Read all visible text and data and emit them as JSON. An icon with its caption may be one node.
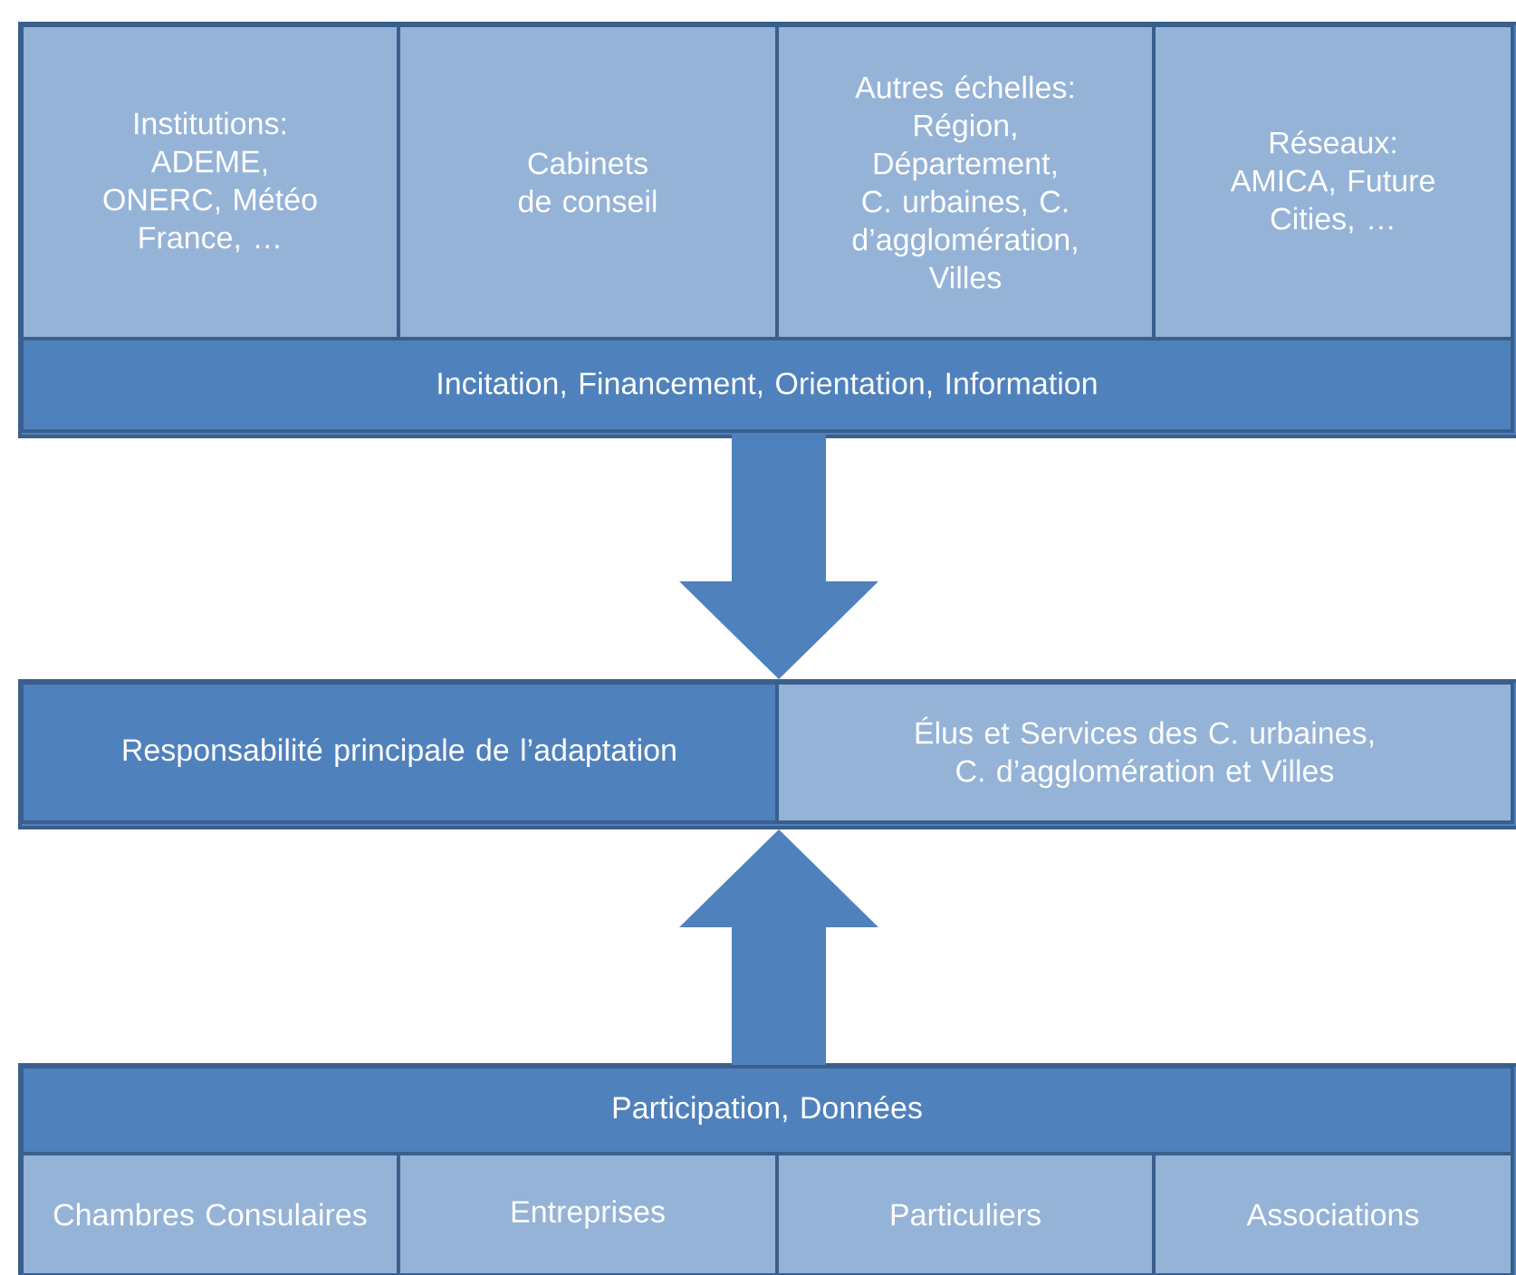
{
  "diagram": {
    "nodes": [
      {
        "text": [],
        "shape": "box"
      },
      {
        "text": [
          "Institutions: ADEME, ONERC, Météo France, …"
        ],
        "in": 0
      },
      {
        "text": [
          "Cabinets de conseil"
        ],
        "in": 0
      },
      {
        "text": [
          "Autres échelles: Région, Département, C. urbaines, C. d’agglomération, Villes"
        ],
        "in": 0
      },
      {
        "text": [
          "Réseaux: AMICA, Future Cities, …"
        ],
        "in": 0
      },
      {
        "text": [
          "Incitation, Financement, Orientation, Information"
        ],
        "in": 0
      },
      {
        "text": [],
        "shape": "box"
      },
      {
        "text": [
          "Responsabilité principale de l’adaptation"
        ],
        "in": 6
      },
      {
        "text": [
          "Élus et Services des C. urbaines, C. d’agglomération et Villes"
        ],
        "in": 6
      },
      {
        "text": [],
        "shape": "box"
      },
      {
        "text": [
          "Participation, Données"
        ],
        "in": 9
      },
      {
        "text": [
          "Chambres Consulaires"
        ],
        "in": 9
      },
      {
        "text": [
          "Entreprises"
        ],
        "in": 9
      },
      {
        "text": [
          "Particuliers"
        ],
        "in": 9
      },
      {
        "text": [
          "Associations"
        ],
        "in": 9
      }
    ],
    "edges": [
      {
        "from": 5,
        "to": 6,
        "arrow": "to"
      },
      {
        "from": 10,
        "to": 6,
        "arrow": "to"
      }
    ]
  }
}
